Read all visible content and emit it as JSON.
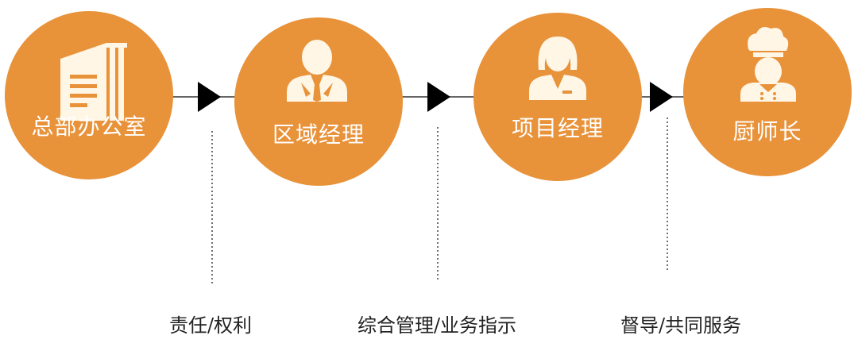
{
  "accent": "#E8923A",
  "nodes": [
    {
      "label": "总部办公室",
      "icon": "building-icon"
    },
    {
      "label": "区域经理",
      "icon": "male-manager-icon"
    },
    {
      "label": "项目经理",
      "icon": "female-manager-icon"
    },
    {
      "label": "厨师长",
      "icon": "chef-icon"
    }
  ],
  "connections": [
    {
      "label": "责任/权利"
    },
    {
      "label": "综合管理/业务指示"
    },
    {
      "label": "督导/共同服务"
    }
  ]
}
